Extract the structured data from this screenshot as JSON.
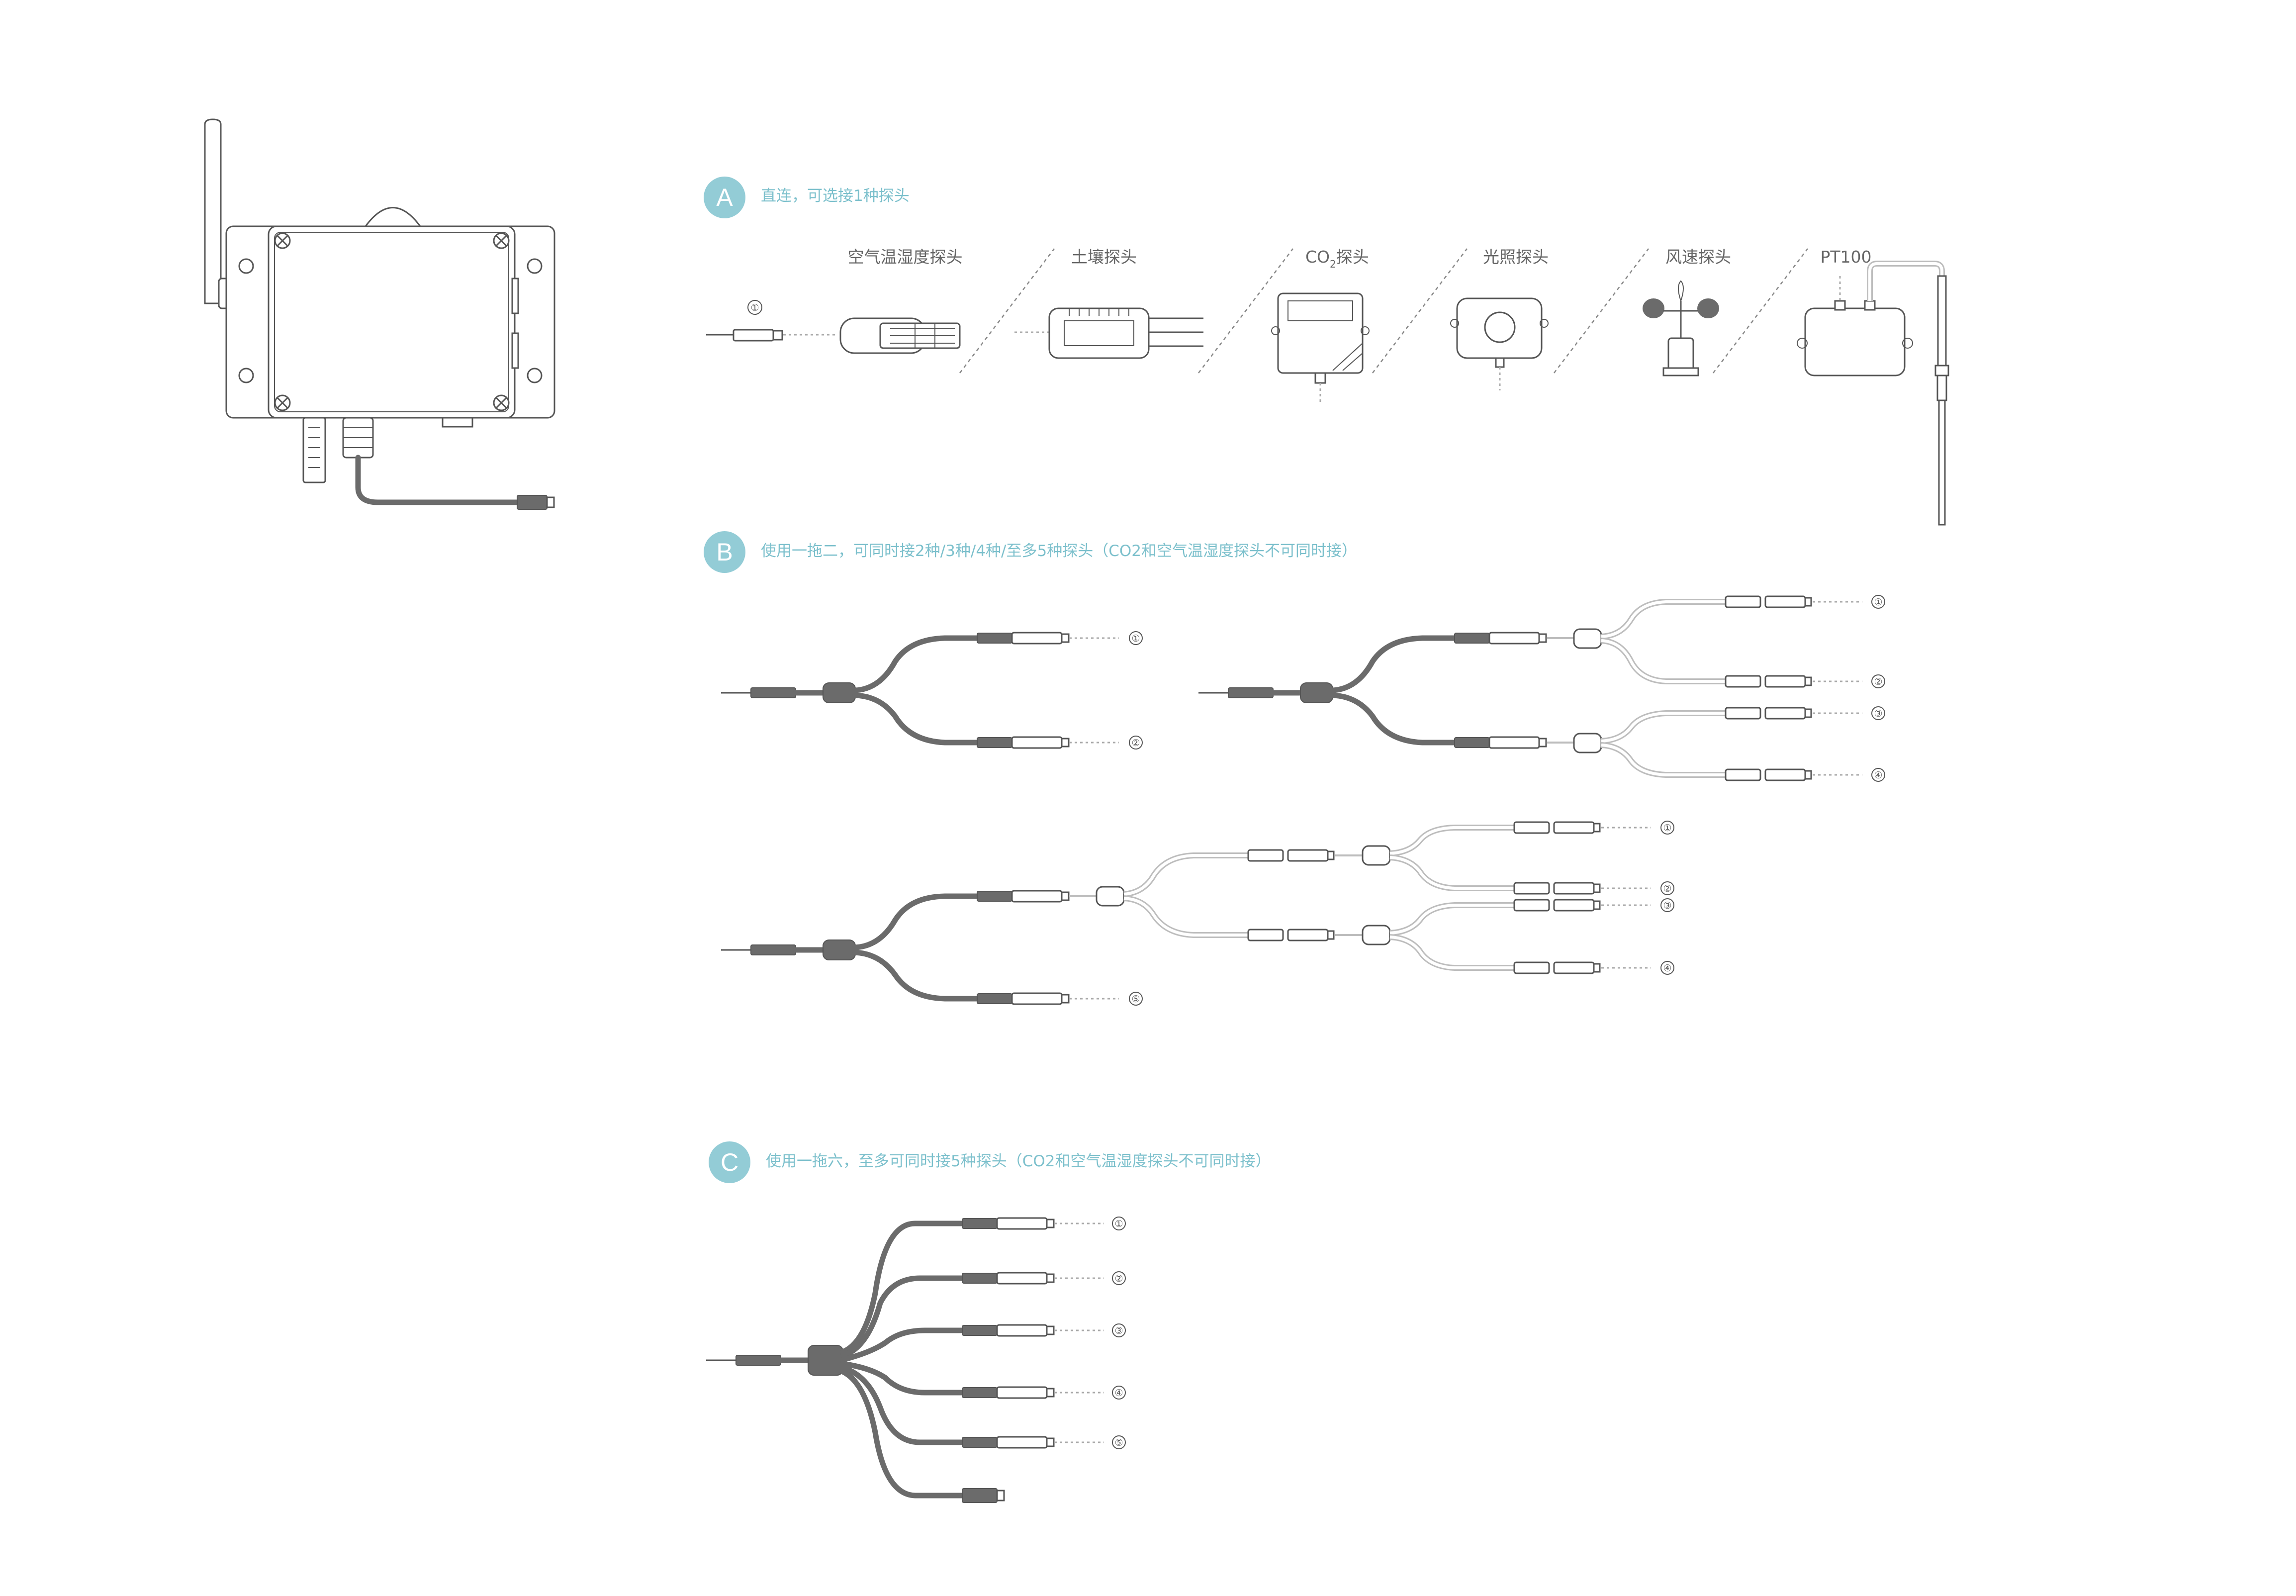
{
  "colors": {
    "badge": "#93ccd6",
    "section_text": "#7cc0cc",
    "label_text": "#666666",
    "line": "#555555",
    "dark_cable": "#6b6b6b",
    "light_cable": "#bdbdbd"
  },
  "section_a": {
    "badge": "A",
    "title": "直连，可选接1种探头",
    "connector_number": "①",
    "probes": [
      {
        "label": "空气温湿度探头",
        "icon": "air-temp-humidity-probe-icon"
      },
      {
        "label": "土壤探头",
        "icon": "soil-probe-icon"
      },
      {
        "label_main": "CO",
        "label_sub": "2",
        "label_tail": "探头",
        "icon": "co2-probe-icon"
      },
      {
        "label": "光照探头",
        "icon": "light-probe-icon"
      },
      {
        "label": "风速探头",
        "icon": "wind-speed-probe-icon"
      },
      {
        "label": "PT100",
        "icon": "pt100-probe-icon"
      }
    ]
  },
  "section_b": {
    "badge": "B",
    "title": "使用一拖二，可同时接2种/3种/4种/至多5种探头（CO2和空气温湿度探头不可同时接）",
    "diagram1_numbers": [
      "①",
      "②"
    ],
    "diagram2_numbers": [
      "①",
      "②",
      "③",
      "④"
    ],
    "diagram3_numbers": [
      "①",
      "②",
      "③",
      "④",
      "⑤"
    ]
  },
  "section_c": {
    "badge": "C",
    "title": "使用一拖六，至多可同时接5种探头（CO2和空气温湿度探头不可同时接）",
    "numbers": [
      "①",
      "②",
      "③",
      "④",
      "⑤"
    ]
  }
}
